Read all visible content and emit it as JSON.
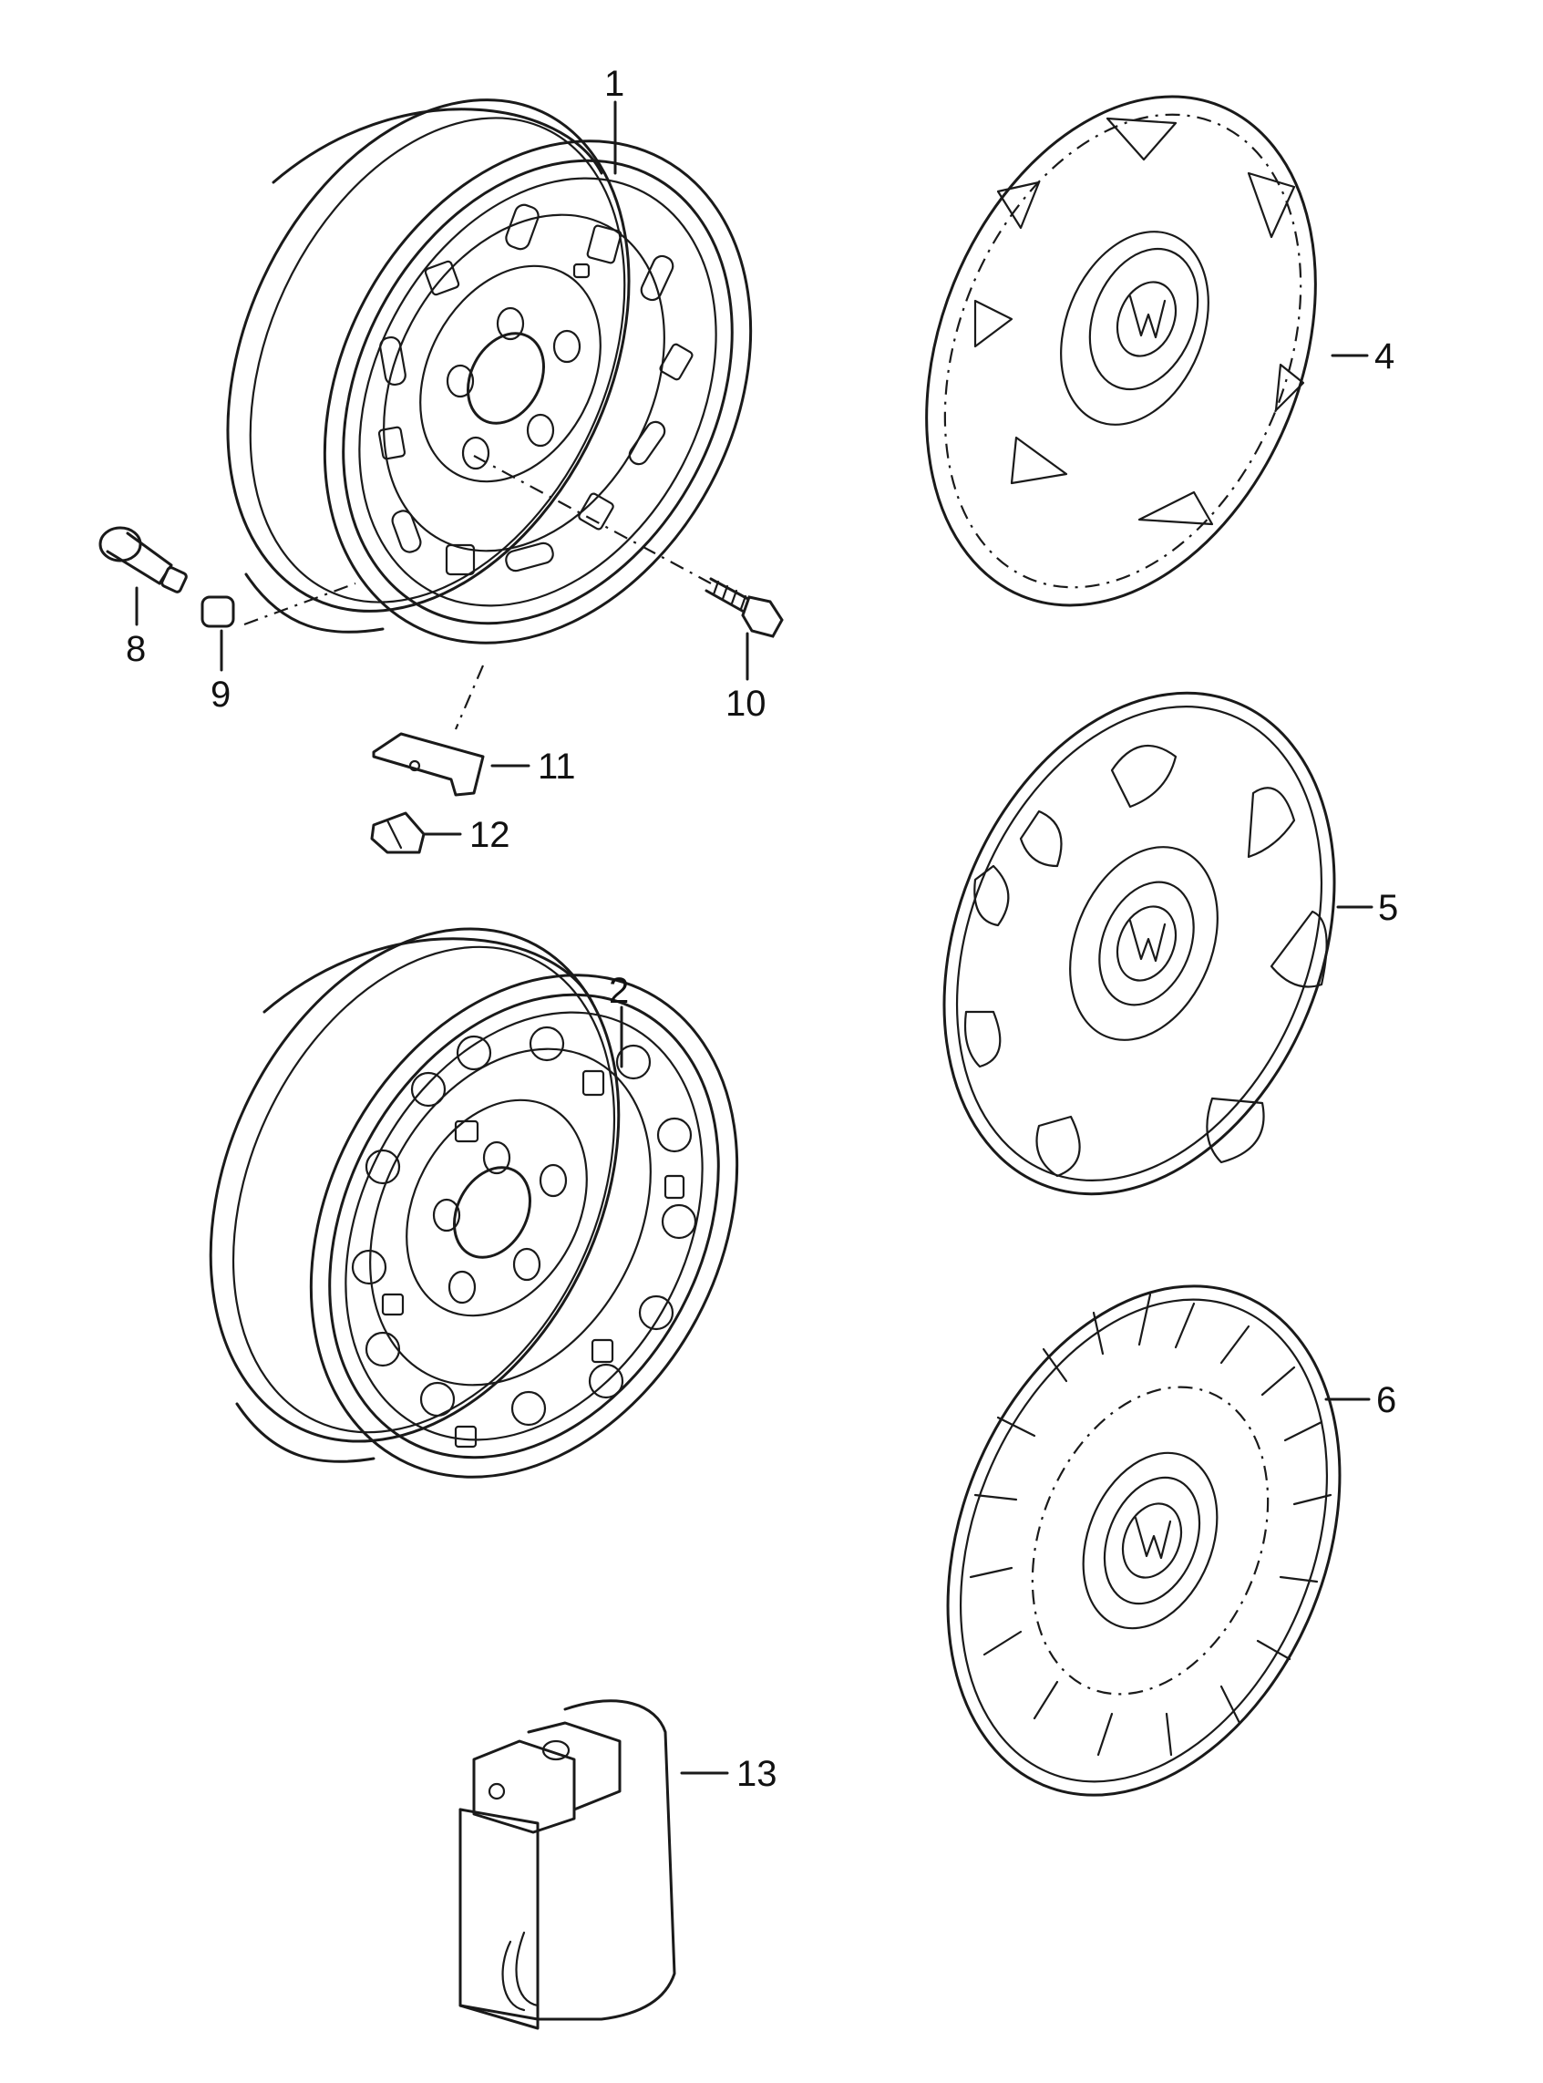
{
  "colors": {
    "line": "#1a1a1a",
    "background": "#ffffff"
  },
  "callouts": [
    {
      "id": "1",
      "label": "1"
    },
    {
      "id": "2",
      "label": "2"
    },
    {
      "id": "4",
      "label": "4"
    },
    {
      "id": "5",
      "label": "5"
    },
    {
      "id": "6",
      "label": "6"
    },
    {
      "id": "8",
      "label": "8"
    },
    {
      "id": "9",
      "label": "9"
    },
    {
      "id": "10",
      "label": "10"
    },
    {
      "id": "11",
      "label": "11"
    },
    {
      "id": "12",
      "label": "12"
    },
    {
      "id": "13",
      "label": "13"
    }
  ],
  "icons": [
    "vw-logo-icon",
    "vw-logo-icon",
    "vw-logo-icon"
  ]
}
